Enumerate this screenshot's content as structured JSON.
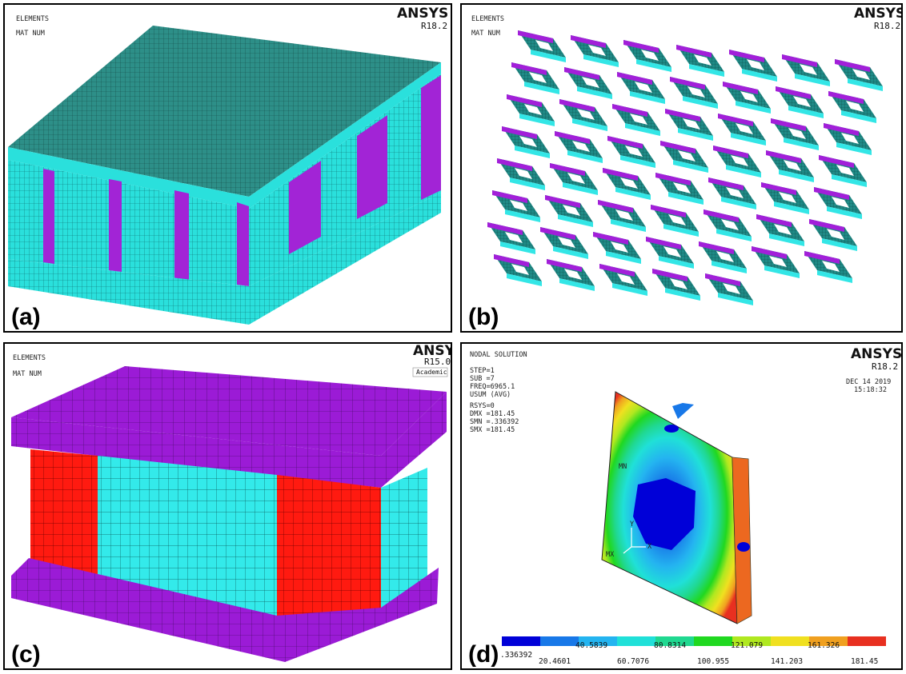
{
  "panel_a": {
    "header": [
      "ELEMENTS",
      "MAT NUM"
    ],
    "brand": "ANSYS",
    "version": "R18.2",
    "label": "(a)",
    "colors": {
      "face": "#2d8f88",
      "wall": "#2ae0dc",
      "mat2": "#a224d6"
    }
  },
  "panel_b": {
    "header": [
      "ELEMENTS",
      "MAT NUM"
    ],
    "brand": "ANSYS",
    "version": "R18.2",
    "label": "(b)",
    "colors": {
      "cell": "#1f8a86",
      "edge": "#33e6e6",
      "mat2": "#a21fd9"
    }
  },
  "panel_c": {
    "header": [
      "ELEMENTS",
      "MAT NUM"
    ],
    "brand": "ANSYS",
    "version": "R15.0",
    "badge": "Academic",
    "label": "(c)",
    "colors": {
      "plate": "#9b1bd6",
      "core1": "#ff1a10",
      "core2": "#33eaea"
    }
  },
  "panel_d": {
    "header": [
      "NODAL SOLUTION",
      "STEP=1",
      "SUB =7",
      "FREQ=6965.1",
      "USUM      (AVG)",
      "RSYS=0",
      "DMX =181.45",
      "SMN =.336392",
      "SMX =181.45"
    ],
    "brand": "ANSYS",
    "version": "R18.2",
    "date": "DEC 14 2019",
    "time": "15:18:32",
    "mn_marker": "MN",
    "mx_marker": "MX",
    "label": "(d)",
    "legend_top": [
      ".336392",
      "40.5839",
      "80.8314",
      "121.079",
      "161.326"
    ],
    "legend_bottom": [
      "20.4601",
      "60.7076",
      "100.955",
      "141.203",
      "181.45"
    ],
    "legend_colors": [
      "#0000d8",
      "#1878e8",
      "#24b4f0",
      "#20e0d8",
      "#20d890",
      "#20d820",
      "#b0e820",
      "#f0e020",
      "#f0a020",
      "#e83020"
    ]
  }
}
